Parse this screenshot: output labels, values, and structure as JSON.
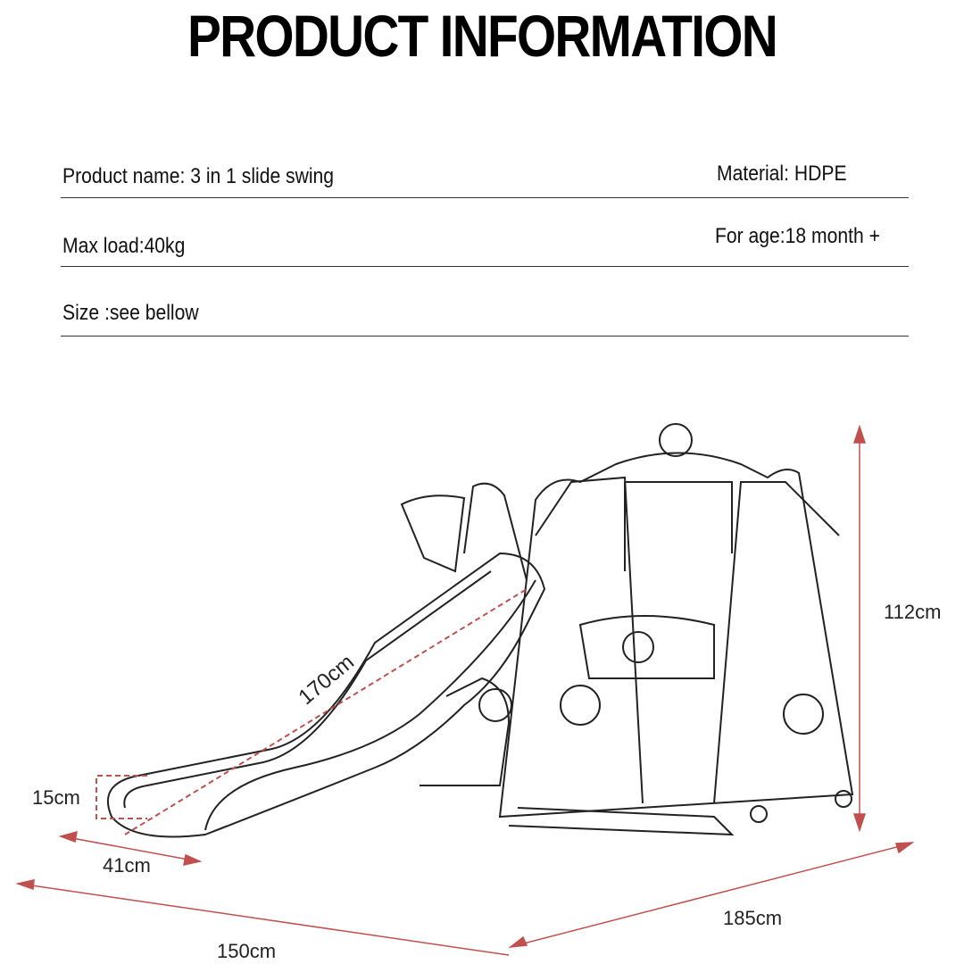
{
  "title": "PRODUCT INFORMATION",
  "specs": {
    "product_name": "Product name: 3 in 1 slide swing",
    "material": "Material: HDPE",
    "max_load": "Max load:40kg",
    "for_age": "For age:18 month +",
    "size": "Size :see bellow"
  },
  "dimensions": {
    "slide_length": "170cm",
    "height": "112cm",
    "slide_end_height": "15cm",
    "slide_width": "41cm",
    "length": "150cm",
    "depth": "185cm"
  },
  "colors": {
    "dimension_line": "#c0504d",
    "drawing": "#222222"
  }
}
